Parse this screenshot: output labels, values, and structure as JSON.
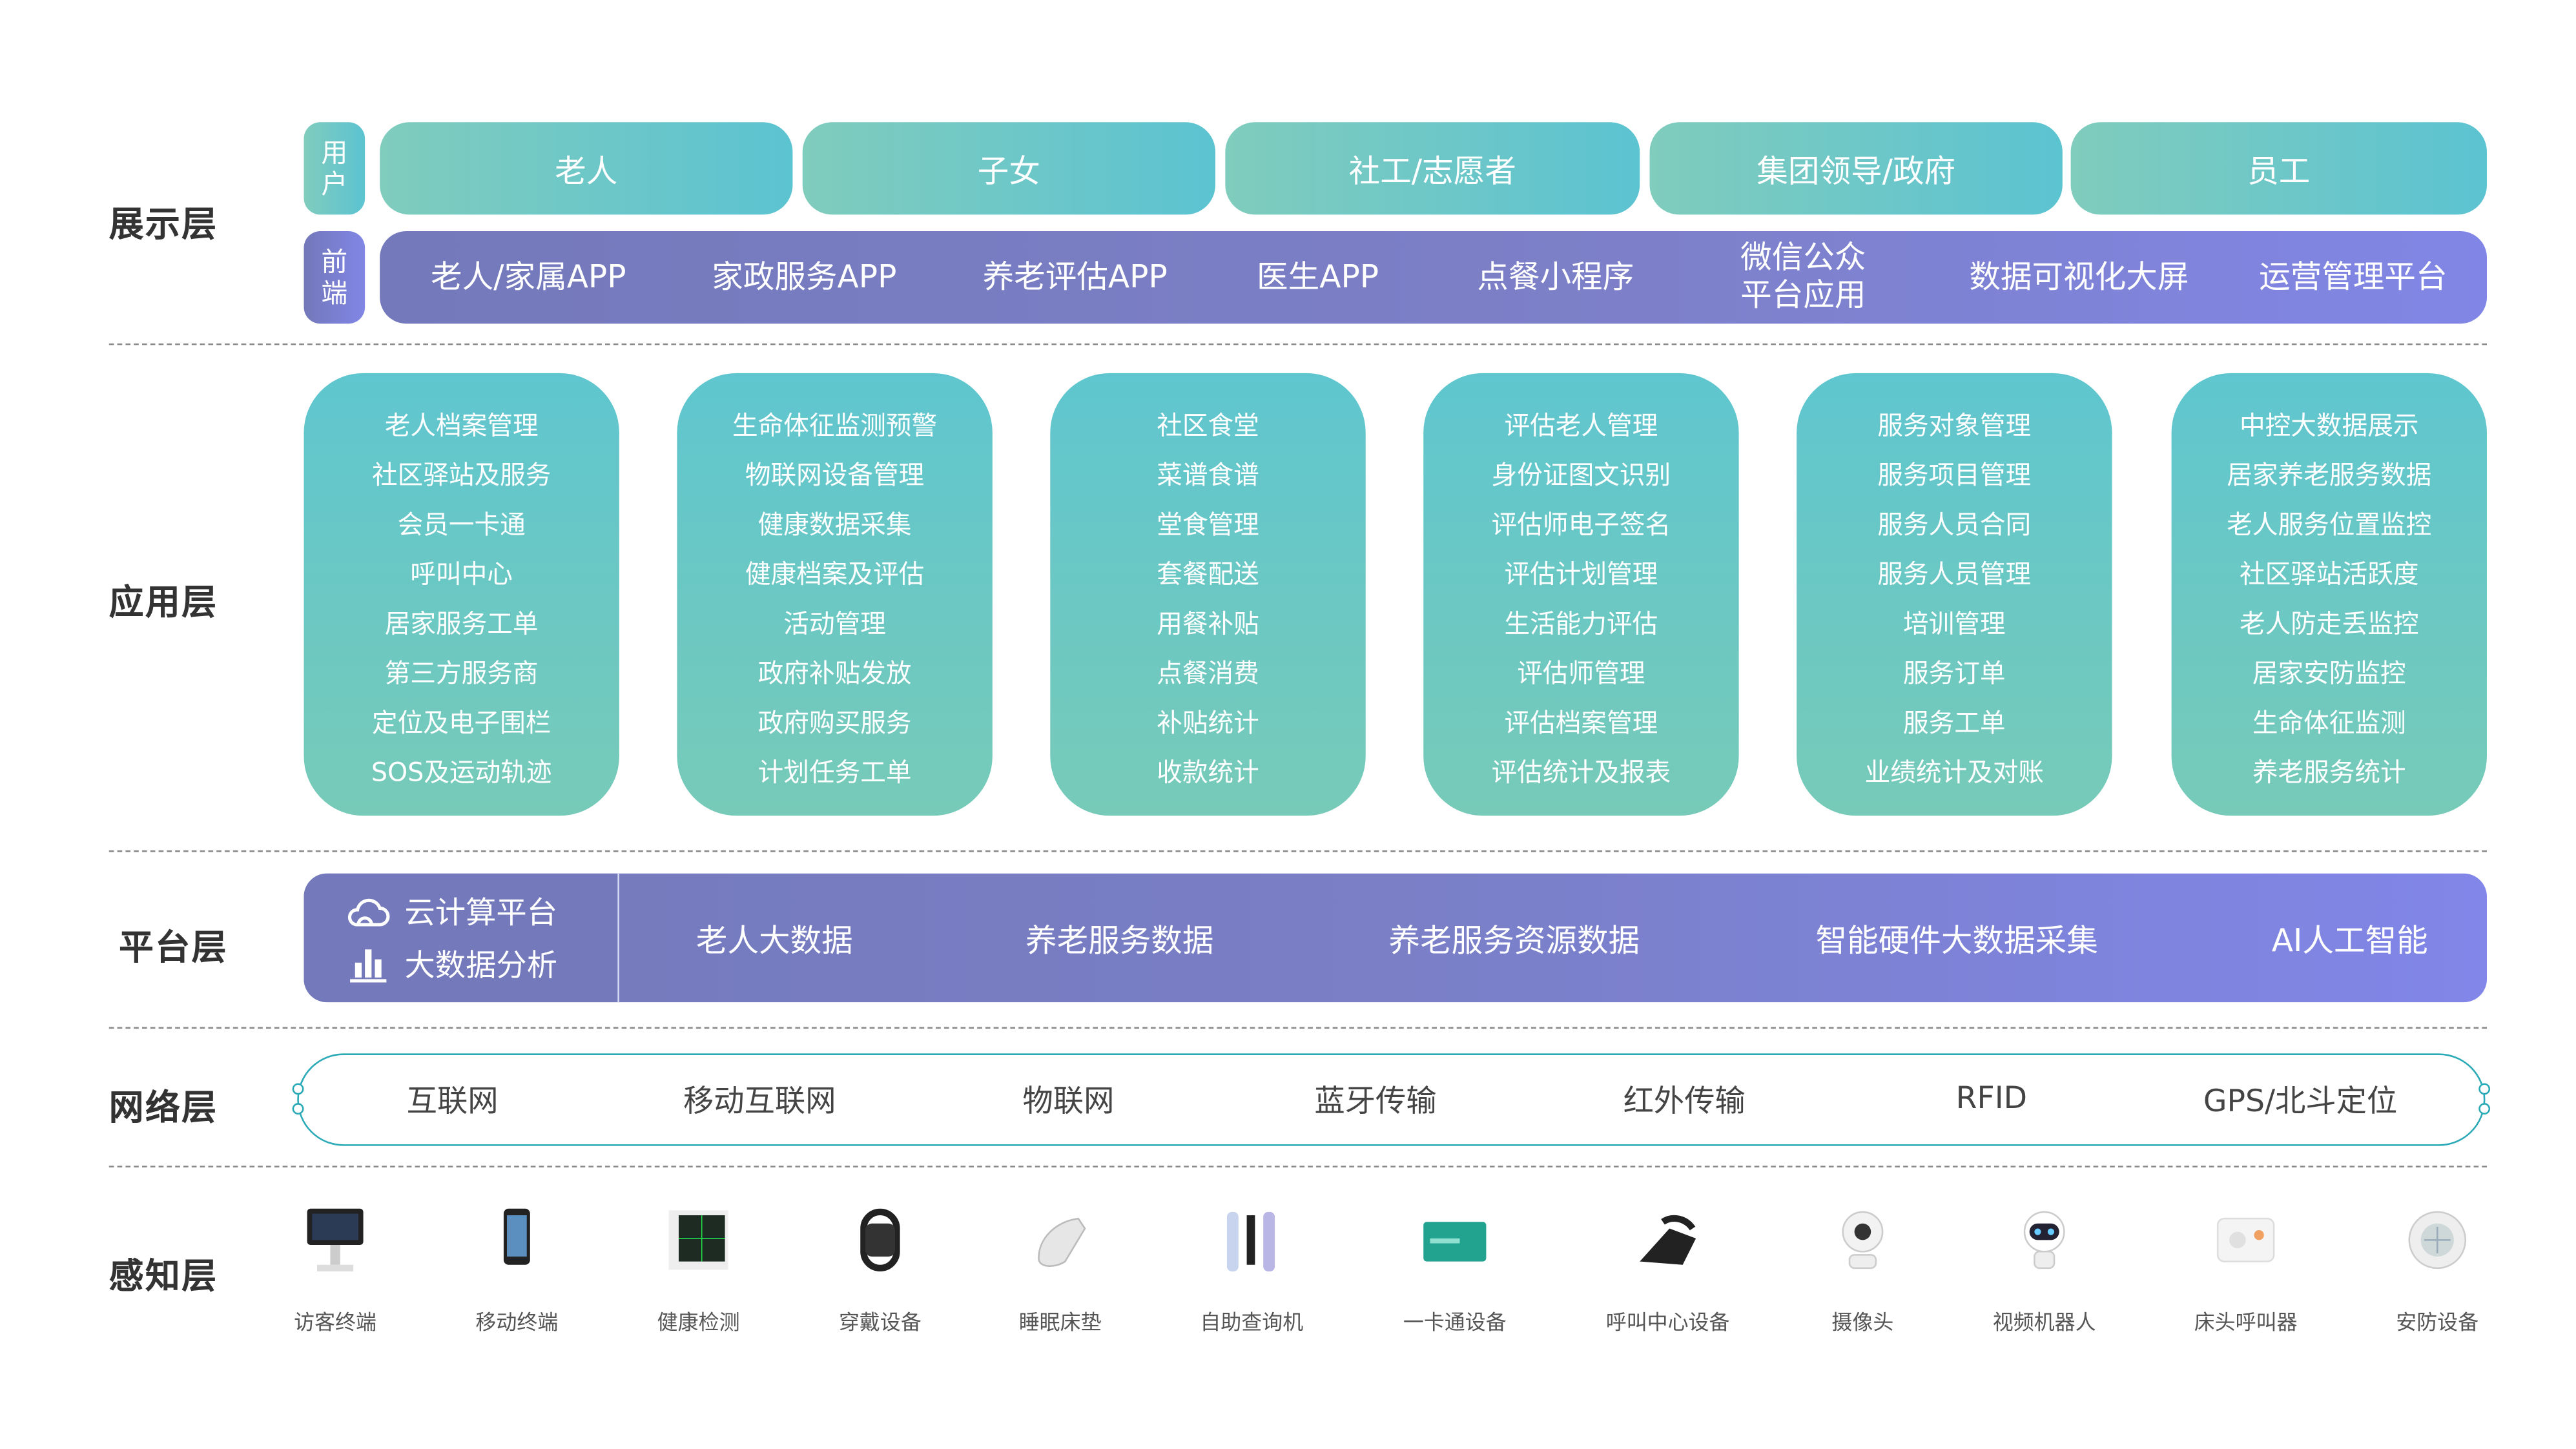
{
  "layers": {
    "display": "展示层",
    "application": "应用层",
    "platform": "平台层",
    "network": "网络层",
    "perception": "感知层"
  },
  "display": {
    "user_tag": "用户",
    "users": [
      "老人",
      "子女",
      "社工/志愿者",
      "集团领导/政府",
      "员工"
    ],
    "frontend_tag": "前端",
    "frontends": [
      "老人/家属APP",
      "家政服务APP",
      "养老评估APP",
      "医生APP",
      "点餐小程序",
      "微信公众\n平台应用",
      "数据可视化大屏",
      "运营管理平台"
    ]
  },
  "application": {
    "cards": [
      [
        "老人档案管理",
        "社区驿站及服务",
        "会员一卡通",
        "呼叫中心",
        "居家服务工单",
        "第三方服务商",
        "定位及电子围栏",
        "SOS及运动轨迹"
      ],
      [
        "生命体征监测预警",
        "物联网设备管理",
        "健康数据采集",
        "健康档案及评估",
        "活动管理",
        "政府补贴发放",
        "政府购买服务",
        "计划任务工单"
      ],
      [
        "社区食堂",
        "菜谱食谱",
        "堂食管理",
        "套餐配送",
        "用餐补贴",
        "点餐消费",
        "补贴统计",
        "收款统计"
      ],
      [
        "评估老人管理",
        "身份证图文识别",
        "评估师电子签名",
        "评估计划管理",
        "生活能力评估",
        "评估师管理",
        "评估档案管理",
        "评估统计及报表"
      ],
      [
        "服务对象管理",
        "服务项目管理",
        "服务人员合同",
        "服务人员管理",
        "培训管理",
        "服务订单",
        "服务工单",
        "业绩统计及对账"
      ],
      [
        "中控大数据展示",
        "居家养老服务数据",
        "老人服务位置监控",
        "社区驿站活跃度",
        "老人防走丢监控",
        "居家安防监控",
        "生命体征监测",
        "养老服务统计"
      ]
    ]
  },
  "platform": {
    "cloud": "云计算平台",
    "cloud_icon": "cloud-icon",
    "bigdata": "大数据分析",
    "bigdata_icon": "bar-chart-icon",
    "items": [
      "老人大数据",
      "养老服务数据",
      "养老服务资源数据",
      "智能硬件大数据采集",
      "AI人工智能"
    ]
  },
  "network": {
    "items": [
      "互联网",
      "移动互联网",
      "物联网",
      "蓝牙传输",
      "红外传输",
      "RFID",
      "GPS/北斗定位"
    ]
  },
  "perception": {
    "devices": [
      "访客终端",
      "移动终端",
      "健康检测",
      "穿戴设备",
      "睡眠床垫",
      "自助查询机",
      "一卡通设备",
      "呼叫中心设备",
      "摄像头",
      "视频机器人",
      "床头呼叫器",
      "安防设备"
    ]
  },
  "colors": {
    "teal": "#5cc3d1",
    "teal_light": "#80ccbd",
    "purple": "#7479bb",
    "purple_light": "#8186e6",
    "network_border": "#2aa9b7"
  }
}
